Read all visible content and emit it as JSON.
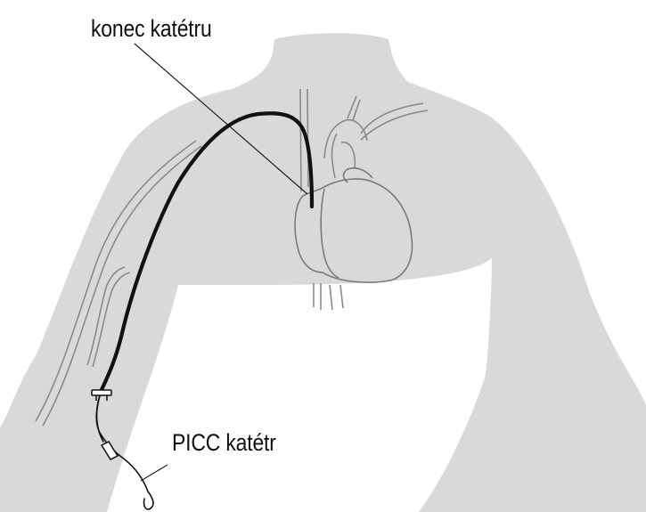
{
  "labels": {
    "catheter_tip": "konec katétru",
    "picc_catheter": "PICC katétr"
  },
  "colors": {
    "body": "#d9d9d9",
    "vessel_lines": "#8a8a8a",
    "heart_outline": "#7a7a7a",
    "catheter": "#111111",
    "leader_line": "#222222",
    "label_text": "#111111"
  },
  "icons": {
    "body_silhouette": "torso-with-arm-silhouette",
    "heart": "heart-anatomy",
    "catheter": "picc-line"
  }
}
